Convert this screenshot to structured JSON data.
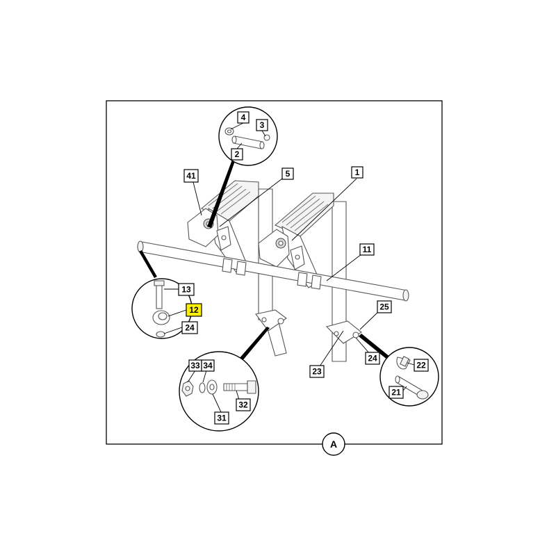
{
  "view_label": "A",
  "callouts": [
    {
      "id": "c4",
      "text": "4"
    },
    {
      "id": "c3",
      "text": "3"
    },
    {
      "id": "c2",
      "text": "2"
    },
    {
      "id": "c41",
      "text": "41"
    },
    {
      "id": "c5",
      "text": "5"
    },
    {
      "id": "c1",
      "text": "1"
    },
    {
      "id": "c11",
      "text": "11"
    },
    {
      "id": "c13",
      "text": "13"
    },
    {
      "id": "c12",
      "text": "12",
      "highlighted": true
    },
    {
      "id": "c24a",
      "text": "24"
    },
    {
      "id": "c25",
      "text": "25"
    },
    {
      "id": "c23",
      "text": "23"
    },
    {
      "id": "c24b",
      "text": "24"
    },
    {
      "id": "c33",
      "text": "33"
    },
    {
      "id": "c34",
      "text": "34"
    },
    {
      "id": "c32",
      "text": "32"
    },
    {
      "id": "c31",
      "text": "31"
    },
    {
      "id": "c22",
      "text": "22"
    },
    {
      "id": "c21",
      "text": "21"
    }
  ],
  "colors": {
    "highlight": "#fff200",
    "line": "#000000",
    "part_stroke": "#555555"
  }
}
